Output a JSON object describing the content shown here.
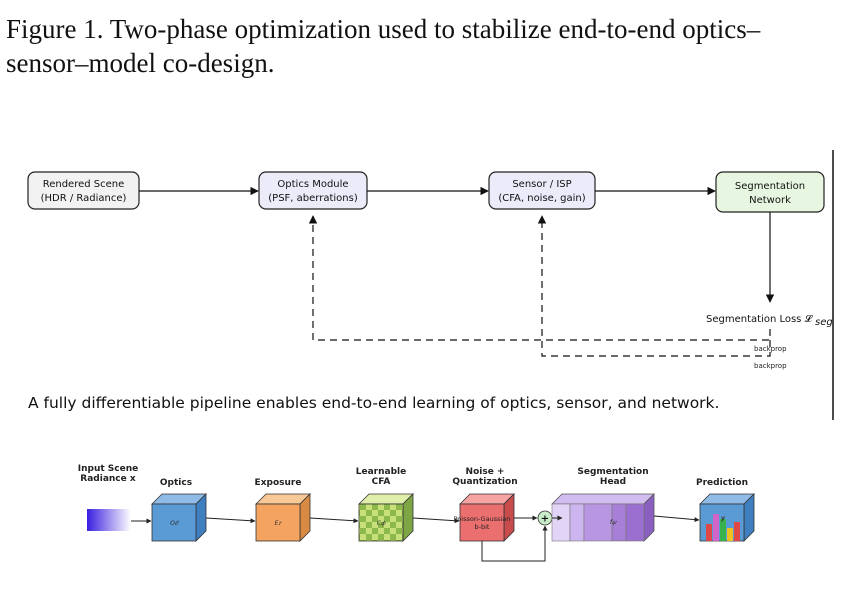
{
  "caption": "Figure 1.  Two-phase optimization used to stabilize end-to-end optics–sensor–model co-design.",
  "top_diagram": {
    "boxes": [
      {
        "id": "scene",
        "lines": [
          "Rendered Scene",
          "(HDR / Radiance)"
        ],
        "color": "#f2f2f2"
      },
      {
        "id": "optics",
        "lines": [
          "Optics Module",
          "(PSF, aberrations)"
        ],
        "color": "#ecebfa"
      },
      {
        "id": "sensor",
        "lines": [
          "Sensor / ISP",
          "(CFA, noise, gain)"
        ],
        "color": "#ecebfa"
      },
      {
        "id": "seg",
        "lines": [
          "Segmentation",
          "Network"
        ],
        "color": "#e7f6e1"
      }
    ],
    "loss_label": "Segmentation Loss 𝓛",
    "loss_subscript": "seg",
    "backprop_labels": [
      "backprop",
      "backprop"
    ],
    "summary": "A fully differentiable pipeline enables end-to-end learning of optics, sensor, and network."
  },
  "bottom_diagram": {
    "stages": [
      {
        "id": "input",
        "lines": [
          "Input Scene",
          "Radiance x"
        ]
      },
      {
        "id": "optics",
        "lines": [
          "Optics"
        ],
        "inner": "O𝜃"
      },
      {
        "id": "exposure",
        "lines": [
          "Exposure"
        ],
        "inner": "E𝜏"
      },
      {
        "id": "cfa",
        "lines": [
          "Learnable",
          "CFA"
        ],
        "inner": "C𝜙"
      },
      {
        "id": "noise",
        "lines": [
          "Noise +",
          "Quantization"
        ],
        "inner_lines": [
          "Poisson-Gaussian",
          "b-bit"
        ]
      },
      {
        "id": "seghead",
        "lines": [
          "Segmentation",
          "Head"
        ],
        "inner": "f𝜓"
      },
      {
        "id": "prediction",
        "lines": [
          "Prediction"
        ],
        "inner": "y"
      }
    ],
    "plus_symbol": "+"
  },
  "colors": {
    "optics": "#5b9bd5",
    "exposure": "#f4a460",
    "cfa_light": "#c8e07a",
    "cfa_dark": "#8db84a",
    "noise": "#ec6f6f",
    "seghead": "#a77fd6",
    "prediction": "#5b9bd5"
  }
}
